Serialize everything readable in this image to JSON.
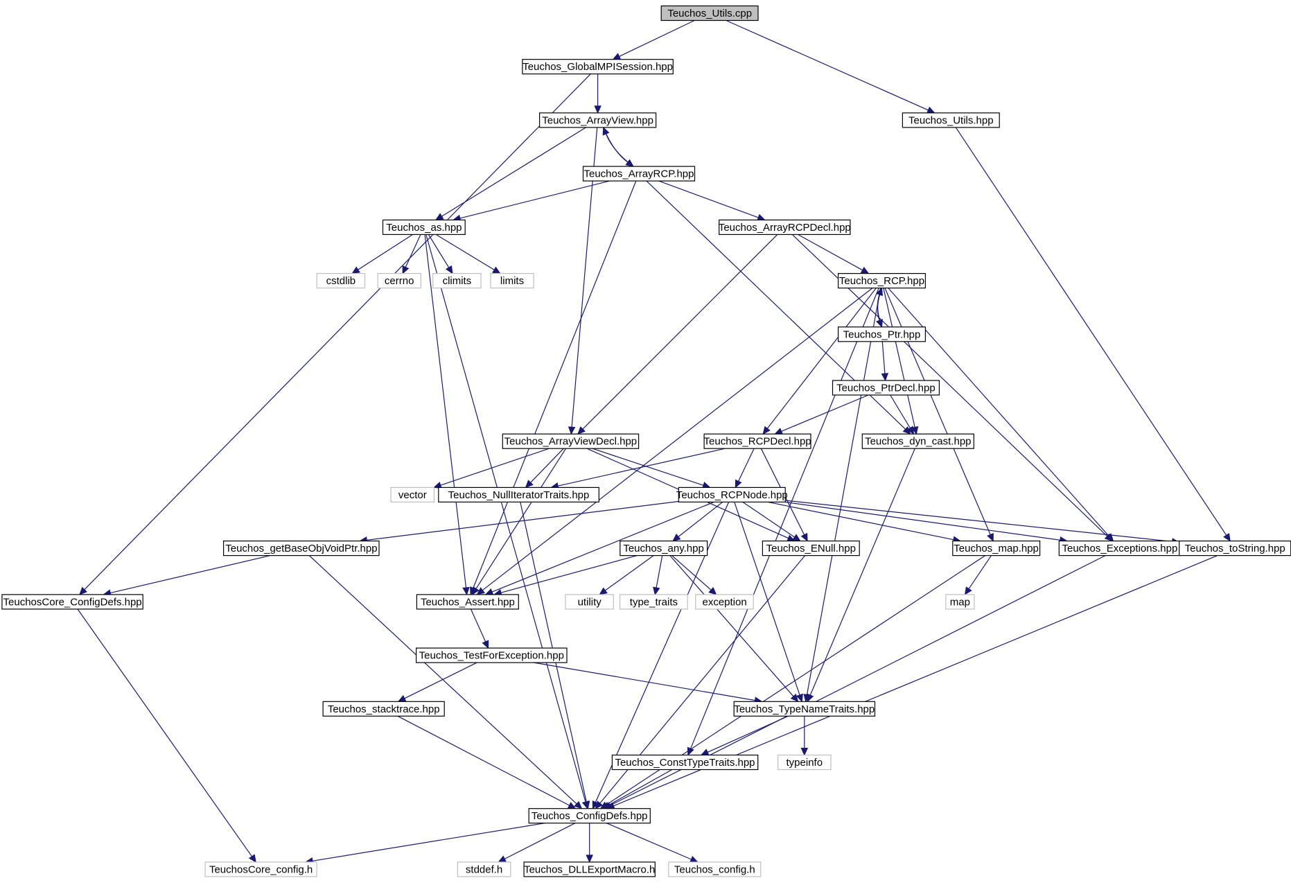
{
  "diagram": {
    "nodes": [
      {
        "id": "utils_cpp",
        "label": "Teuchos_Utils.cpp",
        "kind": "root"
      },
      {
        "id": "globalmpi",
        "label": "Teuchos_GlobalMPISession.hpp",
        "kind": "file"
      },
      {
        "id": "utils_hpp",
        "label": "Teuchos_Utils.hpp",
        "kind": "file"
      },
      {
        "id": "arrayview",
        "label": "Teuchos_ArrayView.hpp",
        "kind": "file"
      },
      {
        "id": "arrayrcp",
        "label": "Teuchos_ArrayRCP.hpp",
        "kind": "file"
      },
      {
        "id": "as",
        "label": "Teuchos_as.hpp",
        "kind": "file"
      },
      {
        "id": "arrayrcpdecl",
        "label": "Teuchos_ArrayRCPDecl.hpp",
        "kind": "file"
      },
      {
        "id": "cstdlib",
        "label": "cstdlib",
        "kind": "system"
      },
      {
        "id": "cerrno",
        "label": "cerrno",
        "kind": "system"
      },
      {
        "id": "climits",
        "label": "climits",
        "kind": "system"
      },
      {
        "id": "limits",
        "label": "limits",
        "kind": "system"
      },
      {
        "id": "rcp",
        "label": "Teuchos_RCP.hpp",
        "kind": "file"
      },
      {
        "id": "ptr",
        "label": "Teuchos_Ptr.hpp",
        "kind": "file"
      },
      {
        "id": "ptrdecl",
        "label": "Teuchos_PtrDecl.hpp",
        "kind": "file"
      },
      {
        "id": "arrayviewdecl",
        "label": "Teuchos_ArrayViewDecl.hpp",
        "kind": "file"
      },
      {
        "id": "rcpdecl",
        "label": "Teuchos_RCPDecl.hpp",
        "kind": "file"
      },
      {
        "id": "dyncast",
        "label": "Teuchos_dyn_cast.hpp",
        "kind": "file"
      },
      {
        "id": "vector",
        "label": "vector",
        "kind": "system"
      },
      {
        "id": "nulliter",
        "label": "Teuchos_NullIteratorTraits.hpp",
        "kind": "file"
      },
      {
        "id": "rcpnode",
        "label": "Teuchos_RCPNode.hpp",
        "kind": "file"
      },
      {
        "id": "getbase",
        "label": "Teuchos_getBaseObjVoidPtr.hpp",
        "kind": "file"
      },
      {
        "id": "any",
        "label": "Teuchos_any.hpp",
        "kind": "file"
      },
      {
        "id": "enull",
        "label": "Teuchos_ENull.hpp",
        "kind": "file"
      },
      {
        "id": "map_hpp",
        "label": "Teuchos_map.hpp",
        "kind": "file"
      },
      {
        "id": "exceptions",
        "label": "Teuchos_Exceptions.hpp",
        "kind": "file"
      },
      {
        "id": "tostring",
        "label": "Teuchos_toString.hpp",
        "kind": "file"
      },
      {
        "id": "coreconfigdefs",
        "label": "TeuchosCore_ConfigDefs.hpp",
        "kind": "file"
      },
      {
        "id": "assert",
        "label": "Teuchos_Assert.hpp",
        "kind": "file"
      },
      {
        "id": "utility",
        "label": "utility",
        "kind": "system"
      },
      {
        "id": "typetraits",
        "label": "type_traits",
        "kind": "system"
      },
      {
        "id": "exception",
        "label": "exception",
        "kind": "system"
      },
      {
        "id": "map",
        "label": "map",
        "kind": "system"
      },
      {
        "id": "testforexc",
        "label": "Teuchos_TestForException.hpp",
        "kind": "file"
      },
      {
        "id": "stacktrace",
        "label": "Teuchos_stacktrace.hpp",
        "kind": "file"
      },
      {
        "id": "typenametraits",
        "label": "Teuchos_TypeNameTraits.hpp",
        "kind": "file"
      },
      {
        "id": "consttypetraits",
        "label": "Teuchos_ConstTypeTraits.hpp",
        "kind": "file"
      },
      {
        "id": "typeinfo",
        "label": "typeinfo",
        "kind": "system"
      },
      {
        "id": "configdefs",
        "label": "Teuchos_ConfigDefs.hpp",
        "kind": "file"
      },
      {
        "id": "coreconfig_h",
        "label": "TeuchosCore_config.h",
        "kind": "system"
      },
      {
        "id": "stddef",
        "label": "stddef.h",
        "kind": "system"
      },
      {
        "id": "dllexport",
        "label": "Teuchos_DLLExportMacro.h",
        "kind": "file"
      },
      {
        "id": "config_h",
        "label": "Teuchos_config.h",
        "kind": "system"
      }
    ],
    "edges": [
      [
        "utils_cpp",
        "globalmpi"
      ],
      [
        "utils_cpp",
        "utils_hpp"
      ],
      [
        "globalmpi",
        "arrayview"
      ],
      [
        "globalmpi",
        "coreconfigdefs"
      ],
      [
        "utils_hpp",
        "tostring"
      ],
      [
        "arrayview",
        "arrayrcp"
      ],
      [
        "arrayrcp",
        "arrayview"
      ],
      [
        "arrayview",
        "as"
      ],
      [
        "arrayview",
        "arrayviewdecl"
      ],
      [
        "arrayrcp",
        "as"
      ],
      [
        "arrayrcp",
        "arrayrcpdecl"
      ],
      [
        "arrayrcp",
        "dyncast"
      ],
      [
        "arrayrcp",
        "assert"
      ],
      [
        "as",
        "cstdlib"
      ],
      [
        "as",
        "cerrno"
      ],
      [
        "as",
        "climits"
      ],
      [
        "as",
        "limits"
      ],
      [
        "as",
        "assert"
      ],
      [
        "as",
        "configdefs"
      ],
      [
        "arrayrcpdecl",
        "rcp"
      ],
      [
        "arrayrcpdecl",
        "arrayviewdecl"
      ],
      [
        "arrayrcpdecl",
        "exceptions"
      ],
      [
        "rcp",
        "ptr"
      ],
      [
        "ptr",
        "rcp"
      ],
      [
        "ptr",
        "ptrdecl"
      ],
      [
        "rcp",
        "rcpdecl"
      ],
      [
        "rcp",
        "dyncast"
      ],
      [
        "rcp",
        "map_hpp"
      ],
      [
        "rcp",
        "exceptions"
      ],
      [
        "rcp",
        "typenametraits"
      ],
      [
        "rcp",
        "assert"
      ],
      [
        "rcp",
        "consttypetraits"
      ],
      [
        "ptrdecl",
        "rcpdecl"
      ],
      [
        "ptrdecl",
        "dyncast"
      ],
      [
        "arrayviewdecl",
        "vector"
      ],
      [
        "arrayviewdecl",
        "nulliter"
      ],
      [
        "arrayviewdecl",
        "rcpnode"
      ],
      [
        "arrayviewdecl",
        "enull"
      ],
      [
        "arrayviewdecl",
        "assert"
      ],
      [
        "rcpdecl",
        "nulliter"
      ],
      [
        "rcpdecl",
        "rcpnode"
      ],
      [
        "rcpdecl",
        "enull"
      ],
      [
        "dyncast",
        "typenametraits"
      ],
      [
        "nulliter",
        "configdefs"
      ],
      [
        "rcpnode",
        "getbase"
      ],
      [
        "rcpnode",
        "any"
      ],
      [
        "rcpnode",
        "enull"
      ],
      [
        "rcpnode",
        "map_hpp"
      ],
      [
        "rcpnode",
        "exceptions"
      ],
      [
        "rcpnode",
        "tostring"
      ],
      [
        "rcpnode",
        "assert"
      ],
      [
        "rcpnode",
        "typenametraits"
      ],
      [
        "rcpnode",
        "configdefs"
      ],
      [
        "getbase",
        "coreconfigdefs"
      ],
      [
        "getbase",
        "configdefs"
      ],
      [
        "any",
        "assert"
      ],
      [
        "any",
        "utility"
      ],
      [
        "any",
        "typetraits"
      ],
      [
        "any",
        "exception"
      ],
      [
        "any",
        "typenametraits"
      ],
      [
        "enull",
        "configdefs"
      ],
      [
        "map_hpp",
        "map"
      ],
      [
        "map_hpp",
        "configdefs"
      ],
      [
        "exceptions",
        "configdefs"
      ],
      [
        "tostring",
        "configdefs"
      ],
      [
        "coreconfigdefs",
        "coreconfig_h"
      ],
      [
        "assert",
        "testforexc"
      ],
      [
        "testforexc",
        "stacktrace"
      ],
      [
        "testforexc",
        "typenametraits"
      ],
      [
        "stacktrace",
        "configdefs"
      ],
      [
        "typenametraits",
        "consttypetraits"
      ],
      [
        "typenametraits",
        "typeinfo"
      ],
      [
        "consttypetraits",
        "configdefs"
      ],
      [
        "configdefs",
        "coreconfig_h"
      ],
      [
        "configdefs",
        "stddef"
      ],
      [
        "configdefs",
        "dllexport"
      ],
      [
        "configdefs",
        "config_h"
      ]
    ]
  }
}
